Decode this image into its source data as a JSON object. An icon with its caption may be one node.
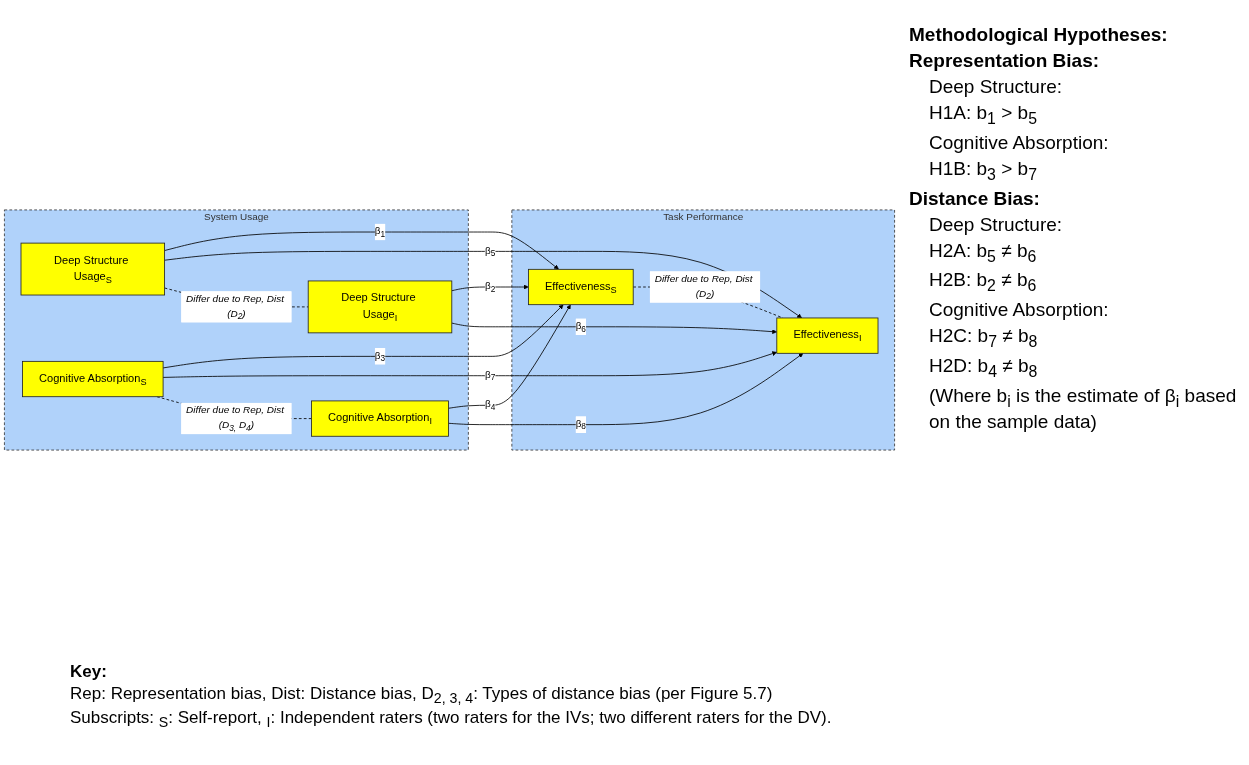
{
  "diagram": {
    "nodes": [
      {
        "text": [
          "System Usage"
        ]
      },
      {
        "text": [
          "Deep Structure Usage$_{S}$"
        ],
        "in": 0
      },
      {
        "text": [
          "Deep Structure Usage$_{I}$"
        ],
        "in": 0
      },
      {
        "text": [
          "Cognitive Absorption$_{S}$"
        ],
        "in": 0
      },
      {
        "text": [
          "Cognitive Absorption$_{I}$"
        ],
        "in": 0
      },
      {
        "text": [
          "Task Performance"
        ]
      },
      {
        "text": [
          "Effectiveness$_{S}$"
        ],
        "in": 5
      },
      {
        "text": [
          "Effectiveness$_{I}$"
        ],
        "in": 5
      }
    ],
    "edges": [
      {
        "from": 1,
        "to": 6,
        "arrow": "to",
        "label": "β$_{1}$"
      },
      {
        "from": 2,
        "to": 6,
        "arrow": "to",
        "label": "β$_{2}$"
      },
      {
        "from": 3,
        "to": 6,
        "arrow": "to",
        "label": "β$_{3}$"
      },
      {
        "from": 4,
        "to": 6,
        "arrow": "to",
        "label": "β$_{4}$"
      },
      {
        "from": 1,
        "to": 7,
        "arrow": "to",
        "label": "β$_{5}$"
      },
      {
        "from": 2,
        "to": 7,
        "arrow": "to",
        "label": "β$_{6}$"
      },
      {
        "from": 3,
        "to": 7,
        "arrow": "to",
        "label": "β$_{7}$"
      },
      {
        "from": 4,
        "to": 7,
        "arrow": "to",
        "label": "β$_{8}$"
      },
      {
        "from": 1,
        "to": 2,
        "arrow": "none",
        "style": "dashed",
        "label": "*Differ due to Rep, Dist (D$_{2}$)*"
      },
      {
        "from": 3,
        "to": 4,
        "arrow": "none",
        "style": "dashed",
        "label": "*Differ due to Rep, Dist (D$_{3,}$ D$_{4}$)*"
      },
      {
        "from": 6,
        "to": 7,
        "arrow": "none",
        "style": "dashed",
        "label": "*Differ due to Rep, Dist (D$_{2}$)*"
      }
    ],
    "labels": [
      "Methodological Hypotheses:",
      "Representation Bias:",
      "Deep Structure:",
      "H1A: b$_{1}$ > b$_{5}$",
      "Cognitive Absorption:",
      "H1B: b$_{3}$ > b$_{7}$",
      "Distance Bias:",
      "Deep Structure:",
      "H2A: b$_{5}$ ≠ b$_{6}$",
      "H2B: b$_{2}$ ≠ b$_{6}$",
      "Cognitive Absorption:",
      "H2C: b$_{7}$ ≠ b$_{8}$",
      "H2D: b$_{4}$ ≠ b$_{8}$",
      "(Where b$_{i}$ is the estimate of β$_{i}$ based on the sample data)",
      "Key:",
      "Rep: Representation bias, Dist: Distance bias, D$_{2, 3, 4}$: Types of distance bias (per Figure 5.7)",
      "Subscripts: $_{S}$: Self-report, $_{I}$:  Independent raters (two raters for the IVs; two different raters for the DV)."
    ]
  }
}
